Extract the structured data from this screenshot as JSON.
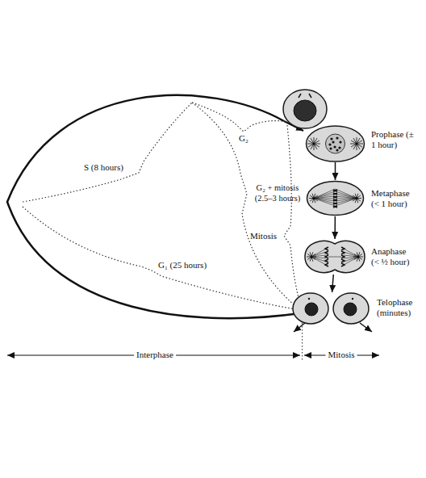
{
  "diagram": {
    "nodes": [
      {
        "text": [
          "Prophase (± 1 hour)"
        ]
      },
      {
        "text": [
          "Metaphase (< 1 hour)"
        ]
      },
      {
        "text": [
          "Anaphase (< ½ hour)"
        ]
      },
      {
        "text": [
          "Telophase (minutes)"
        ]
      }
    ],
    "edges": [
      {
        "from": 0,
        "to": 1,
        "arrow": "to"
      },
      {
        "from": 1,
        "to": 2,
        "arrow": "to"
      },
      {
        "from": 2,
        "to": 3,
        "arrow": "to"
      }
    ],
    "labels": [
      "S (8 hours)",
      "G₂",
      "G₂ + mitosis (2.5–3 hours)",
      "Mitosis",
      "G₁ (25 hours)",
      "Interphase",
      "Mitosis"
    ]
  }
}
